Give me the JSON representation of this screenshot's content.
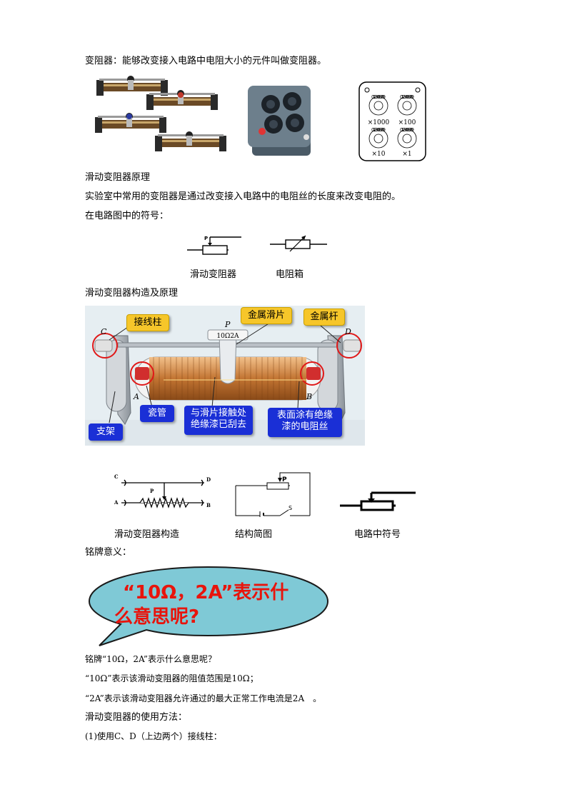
{
  "intro": "变阻器：能够改变接入电路中电阻大小的元件叫做变阻器。",
  "dial_box_labels": {
    "x1000": "×1000",
    "x100": "×100",
    "x10": "×10",
    "x1": "×1",
    "digits": "0123456789"
  },
  "sec_principle_title": "滑动变阻器原理",
  "principle_text": "实验室中常用的变阻器是通过改变接入电路中的电阻丝的长度来改变电阻的。",
  "symbol_intro": "在电路图中的符号：",
  "symbol_captions": {
    "rheostat": "滑动变阻器",
    "resistance_box": "电阻箱"
  },
  "symbol_p": "P",
  "sec_structure_title": "滑动变阻器构造及原理",
  "diagram": {
    "terminal": "接线柱",
    "slider": "金属滑片",
    "rod": "金属杆",
    "rating": "10Ω2A",
    "p": "P",
    "c": "C",
    "d": "D",
    "a": "A",
    "b": "B",
    "tube": "瓷管",
    "insulation_1": "与滑片接触处",
    "insulation_2": "绝缘漆已刮去",
    "wire_1": "表面涂有绝缘",
    "wire_2": "漆的电阻丝",
    "stand": "支架"
  },
  "schem": {
    "c": "C",
    "d": "D",
    "a": "A",
    "b": "B",
    "p": "P",
    "s": "S",
    "box_p": "P"
  },
  "schem_captions": {
    "construction": "滑动变阻器构造",
    "simplified": "结构简图",
    "symbol": "电路中符号"
  },
  "nameplate_title": "铭牌意义：",
  "bubble_line1": "“10Ω，2A”表示什",
  "bubble_line2": "么意思呢?",
  "q_line": "铭牌“10Ω，2A”表示什么意思呢？",
  "a_line1": "“10Ω”表示该滑动变阻器的阻值范围是10Ω；",
  "a_line2": "“2A”表示该滑动变阻器允许通过的最大正常工作电流是2A　。",
  "usage_title": "滑动变阻器的使用方法：",
  "usage_1": "(1)使用C、D（上边两个）接线柱："
}
